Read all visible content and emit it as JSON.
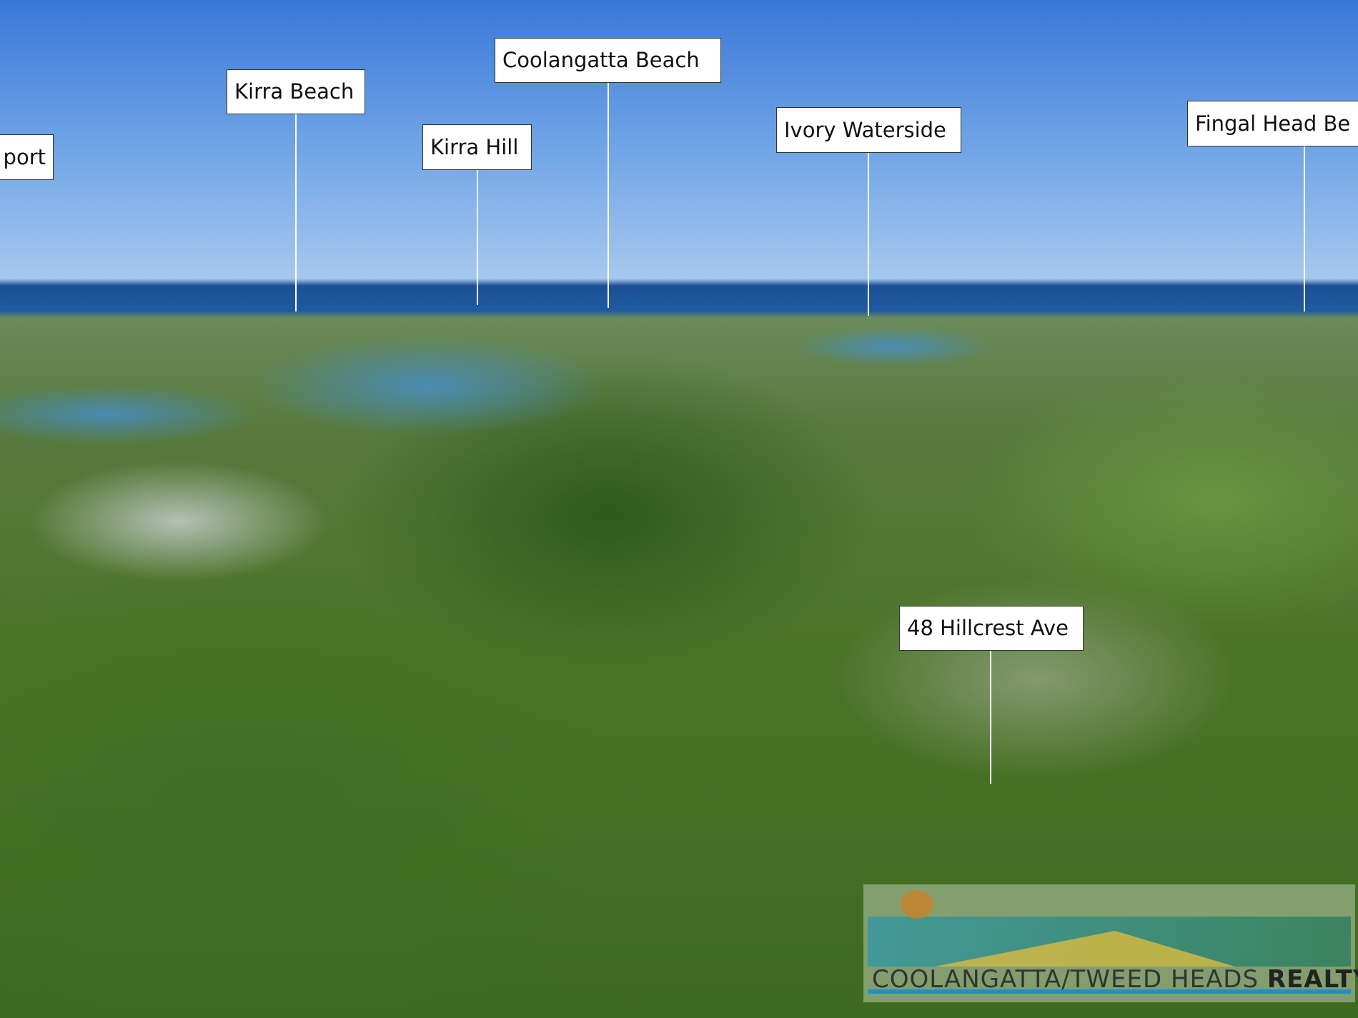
{
  "labels": {
    "airport_partial": "port",
    "kirra_beach": "Kirra Beach",
    "kirra_hill": "Kirra Hill",
    "coolangatta_beach": "Coolangatta Beach",
    "ivory_waterside": "Ivory Waterside",
    "fingal_head": "Fingal Head Be",
    "property": "48 Hillcrest Ave"
  },
  "logo": {
    "text_light": "COOLANGATTA/TWEED HEADS ",
    "text_bold": "REALTY"
  }
}
